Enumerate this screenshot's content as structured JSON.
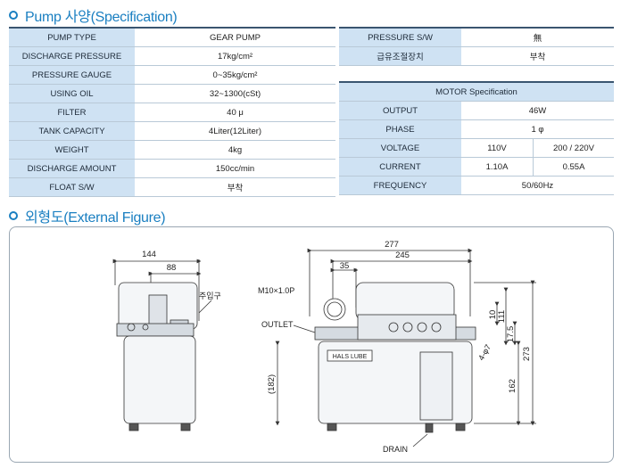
{
  "spec_section": {
    "title": "Pump 사양(Specification)"
  },
  "figure_section": {
    "title": "외형도(External Figure)"
  },
  "left_table": [
    {
      "label": "PUMP TYPE",
      "value": "GEAR PUMP"
    },
    {
      "label": "DISCHARGE PRESSURE",
      "value": "17kg/cm²"
    },
    {
      "label": "PRESSURE GAUGE",
      "value": "0~35kg/cm²"
    },
    {
      "label": "USING OIL",
      "value": "32~1300(cSt)"
    },
    {
      "label": "FILTER",
      "value": "40 μ"
    },
    {
      "label": "TANK CAPACITY",
      "value": "4Liter(12Liter)"
    },
    {
      "label": "WEIGHT",
      "value": "4kg"
    },
    {
      "label": "DISCHARGE AMOUNT",
      "value": "150cc/min"
    },
    {
      "label": "FLOAT S/W",
      "value": "부착"
    }
  ],
  "right_table": {
    "pressure_sw": {
      "label": "PRESSURE S/W",
      "value": "無"
    },
    "supply_ctrl": {
      "label": "급유조절장치",
      "value": "부착"
    },
    "motor_header": "MOTOR Specification",
    "output": {
      "label": "OUTPUT",
      "value": "46W"
    },
    "phase": {
      "label": "PHASE",
      "value": "1 φ"
    },
    "voltage": {
      "label": "VOLTAGE",
      "v1": "110V",
      "v2": "200 / 220V"
    },
    "current": {
      "label": "CURRENT",
      "v1": "1.10A",
      "v2": "0.55A"
    },
    "frequency": {
      "label": "FREQUENCY",
      "value": "50/60Hz"
    }
  },
  "figure": {
    "dim_144": "144",
    "dim_88": "88",
    "inlet_label": "주입구",
    "dim_277": "277",
    "dim_245": "245",
    "dim_35": "35",
    "m10_label": "M10×1.0P",
    "outlet_label": "OUTLET",
    "dim_182": "(182)",
    "brand_label": "HALS LUBE",
    "dim_10": "10",
    "dim_111": "111",
    "dim_17_5": "17.5",
    "dim_273": "273",
    "dim_162": "162",
    "drain_label": "DRAIN",
    "hole_label": "4-φ7"
  }
}
